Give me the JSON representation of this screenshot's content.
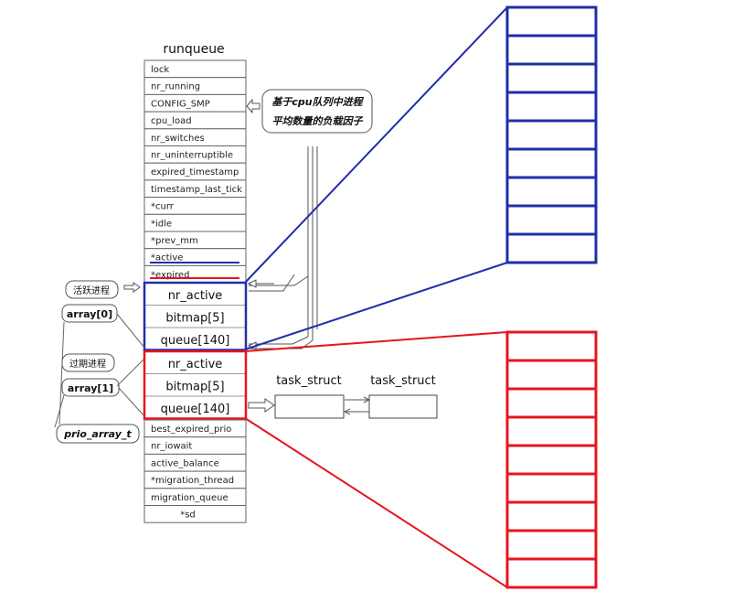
{
  "runqueue": {
    "title": "runqueue",
    "fields_top": [
      "lock",
      "nr_running",
      "CONFIG_SMP",
      "cpu_load",
      "nr_switches",
      "nr_uninterruptible",
      "expired_timestamp",
      "timestamp_last_tick",
      "*curr",
      "*idle",
      "*prev_mm",
      "*active",
      "*expired"
    ],
    "active_array": [
      "nr_active",
      "bitmap[5]",
      "queue[140]"
    ],
    "expired_array": [
      "nr_active",
      "bitmap[5]",
      "queue[140]"
    ],
    "fields_bottom": [
      "best_expired_prio",
      "nr_iowait",
      "active_balance",
      "*migration_thread",
      "migration_queue",
      "*sd"
    ]
  },
  "annotations": {
    "load_note_line1": "基于cpu队列中进程",
    "load_note_line2": "平均数量的负载因子",
    "active_label": "活跃进程",
    "array0": "array[0]",
    "expired_label": "过期进程",
    "array1": "array[1]",
    "prio_array_t": "prio_array_t"
  },
  "task_list": {
    "task1": "task_struct",
    "task2": "task_struct"
  },
  "colors": {
    "blue": "#1f2fa8",
    "red": "#e8141e",
    "line": "#555555"
  },
  "queue_slots": {
    "blue_count": 9,
    "red_count": 9
  }
}
